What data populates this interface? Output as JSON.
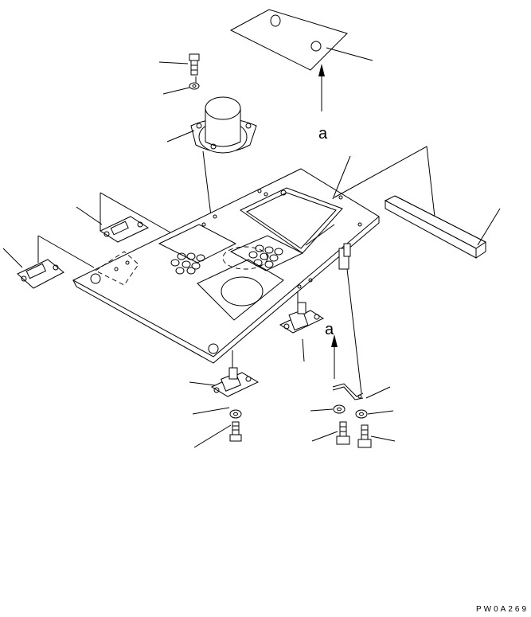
{
  "diagram": {
    "callouts": [
      {
        "id": "upper",
        "text": "a"
      },
      {
        "id": "lower",
        "text": "a"
      }
    ],
    "drawing_code": "PW0A269"
  }
}
